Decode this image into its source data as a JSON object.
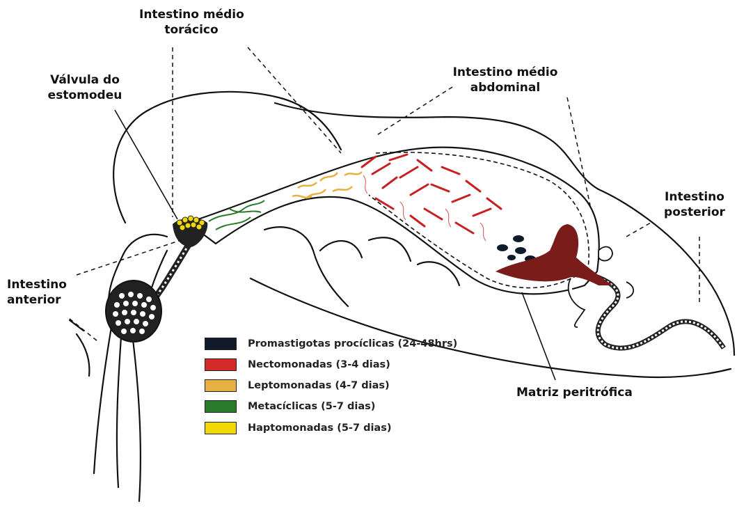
{
  "labels": {
    "intestino_medio_toracico": [
      "Intestino médio",
      "torácico"
    ],
    "valvula_estomodeu": [
      "Válvula do",
      "estomodeu"
    ],
    "intestino_medio_abdominal": [
      "Intestino médio",
      "abdominal"
    ],
    "intestino_posterior": [
      "Intestino",
      "posterior"
    ],
    "intestino_anterior": [
      "Intestino",
      "anterior"
    ],
    "matriz_peritrofica": "Matriz peritrófica"
  },
  "legend": [
    {
      "label": "Promastigotas procíclicas (24-48hrs)",
      "color": "#0f1a2a"
    },
    {
      "label": "Nectomonadas (3-4 dias)",
      "color": "#d42a2a"
    },
    {
      "label": "Leptomonadas (4-7 dias)",
      "color": "#e8b040"
    },
    {
      "label": "Metacíclicas  (5-7 dias)",
      "color": "#2a7a2a"
    },
    {
      "label": "Haptomonadas (5-7 dias)",
      "color": "#f0d800"
    }
  ]
}
